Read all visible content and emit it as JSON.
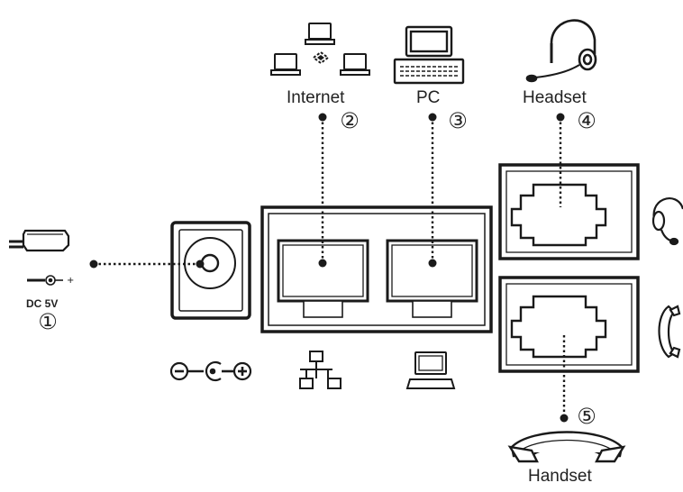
{
  "labels": {
    "internet": "Internet",
    "pc": "PC",
    "headset": "Headset",
    "handset": "Handset",
    "dc": "DC 5V"
  },
  "numbers": [
    "①",
    "②",
    "③",
    "④",
    "⑤"
  ],
  "icons": {
    "network": "network-icon",
    "computer": "computer-icon",
    "headset": "headset-icon",
    "handset": "handset-icon",
    "power_adapter": "power-adapter-icon",
    "dc_polarity": "dc-polarity-icon",
    "lan": "lan-icon",
    "laptop": "laptop-icon"
  },
  "colors": {
    "line": "#1a1a1a",
    "fill": "#ffffff"
  }
}
